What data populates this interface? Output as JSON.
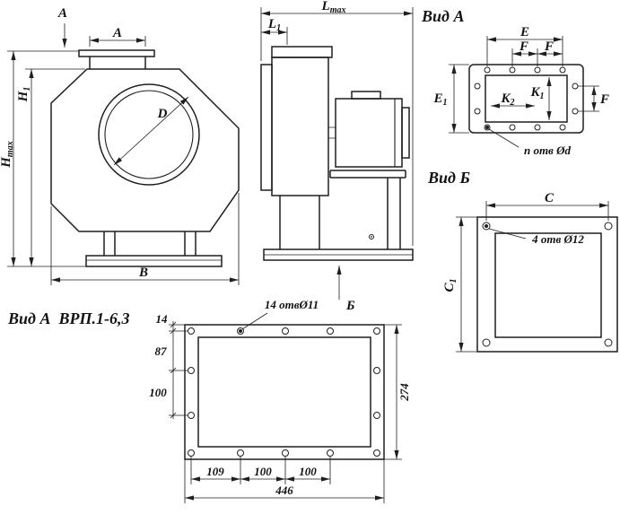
{
  "drawing": {
    "caption": "Вид А  ВРП.1-6,3",
    "front_view": {
      "view_arrow_label": "А",
      "dim_a": "А",
      "dim_h1": {
        "base": "H",
        "sub": "1"
      },
      "dim_hmax": {
        "base": "H",
        "sub": "max"
      },
      "dim_d": "D",
      "dim_b": "В"
    },
    "side_view": {
      "dim_lmax": {
        "base": "L",
        "sub": "max"
      },
      "dim_l1": {
        "base": "L",
        "sub": "1"
      },
      "view_arrow_label": "Б"
    },
    "view_a": {
      "title": "Вид А",
      "dim_e": "E",
      "dim_f1": "F",
      "dim_f2": "F",
      "dim_e1": {
        "base": "E",
        "sub": "1"
      },
      "dim_k1": {
        "base": "K",
        "sub": "1"
      },
      "dim_k2": {
        "base": "K",
        "sub": "2"
      },
      "dim_f_side": "F",
      "holes_note": "n отв Ød"
    },
    "view_b": {
      "title": "Вид Б",
      "dim_c": "C",
      "dim_c1": {
        "base": "C",
        "sub": "1"
      },
      "holes_note": "4 отв Ø12"
    },
    "bottom_flange": {
      "holes_note": "14 отвØ11",
      "dim_14": "14",
      "dim_87": "87",
      "dim_100_left": "100",
      "dim_274": "274",
      "dim_109": "109",
      "dim_100_b1": "100",
      "dim_100_b2": "100",
      "dim_446": "446"
    }
  }
}
